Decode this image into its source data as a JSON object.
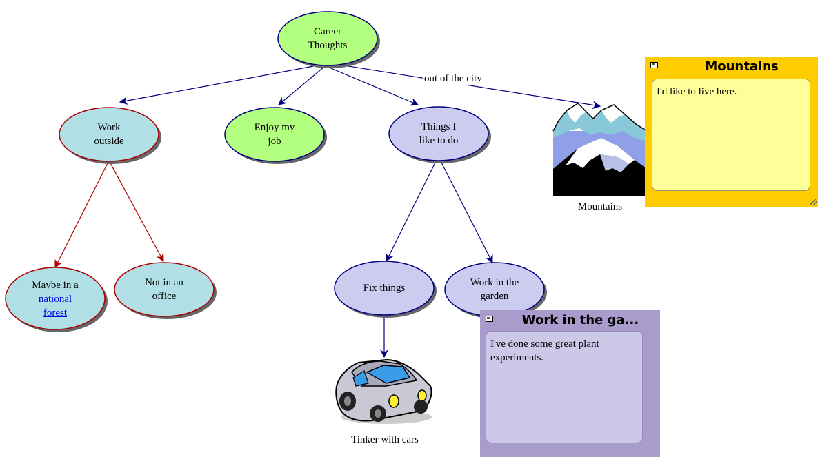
{
  "nodes": {
    "career_thoughts": "Career\nThoughts",
    "work_outside": "Work\noutside",
    "enjoy_my_job": "Enjoy my\njob",
    "things_i_like": "Things I\nlike to do",
    "maybe_line1": "Maybe in a",
    "maybe_link1": "national",
    "maybe_link2": "forest",
    "not_in_office": "Not in an\noffice",
    "fix_things": "Fix things",
    "work_in_garden": "Work in the\ngarden"
  },
  "link_labels": {
    "out_of_city": "out of the city"
  },
  "images": {
    "mountains_caption": "Mountains",
    "car_caption": "Tinker with cars",
    "mountains_icon": "snowy-mountains-clipart",
    "car_icon": "sports-car-clipart"
  },
  "notes": {
    "mountains": {
      "title": "Mountains",
      "body": "I'd like to live here."
    },
    "garden": {
      "title": "Work in the ga...",
      "body": "I've done some great plant experiments."
    }
  },
  "colors": {
    "green_node": "#b3ff80",
    "cyan_node": "#b0e0e6",
    "lavender_node": "#ccccf0",
    "blue_link": "#000080",
    "red_link": "#aa0000",
    "mountains_note_frame": "#ffcc00",
    "mountains_note_body": "#ffff99",
    "garden_note_frame": "#a89ccc",
    "garden_note_body": "#ccc8e8"
  }
}
